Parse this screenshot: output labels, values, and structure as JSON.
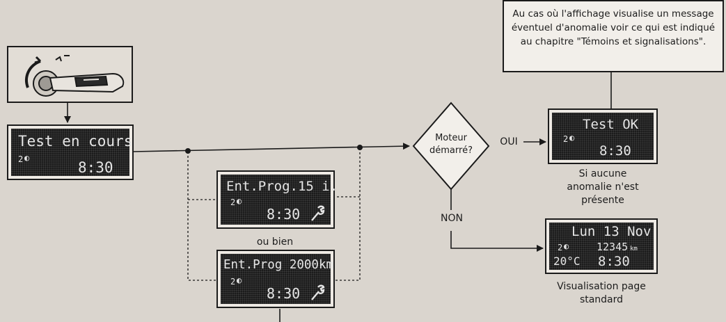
{
  "ignition": {
    "icon": "ignition-key-icon"
  },
  "screens": {
    "test_en_cours": {
      "line1": "Test en cours",
      "temp": "2",
      "time": "8:30"
    },
    "entretien_jours": {
      "line1": "Ent.Prog.15 i.",
      "temp": "2",
      "time": "8:30",
      "icon": "wrench-icon"
    },
    "entretien_km": {
      "line1": "Ent.Prog 2000km",
      "temp": "2",
      "time": "8:30",
      "icon": "wrench-icon"
    },
    "test_ok": {
      "line1": "Test OK",
      "temp": "2",
      "time": "8:30"
    },
    "standard": {
      "line1": "Lun 13 Nov",
      "temp": "2",
      "odometer": "12345",
      "odometer_unit": "km",
      "ext_temp": "20°C",
      "time": "8:30"
    }
  },
  "labels": {
    "ou_bien": "ou bien",
    "decision": "Moteur démarré?",
    "oui": "OUI",
    "non": "NON",
    "test_ok_caption": "Si aucune anomalie n'est présente",
    "standard_caption": "Visualisation page standard",
    "note": "Au cas où l'affichage visualise un message éventuel d'anomalie voir ce qui est indiqué au chapitre \"Témoins et signalisations\"."
  },
  "colors": {
    "background": "#dad5ce",
    "lcd_background": "#1b1b1b",
    "lcd_text": "#e6e6e6",
    "line": "#1a1a1a"
  }
}
